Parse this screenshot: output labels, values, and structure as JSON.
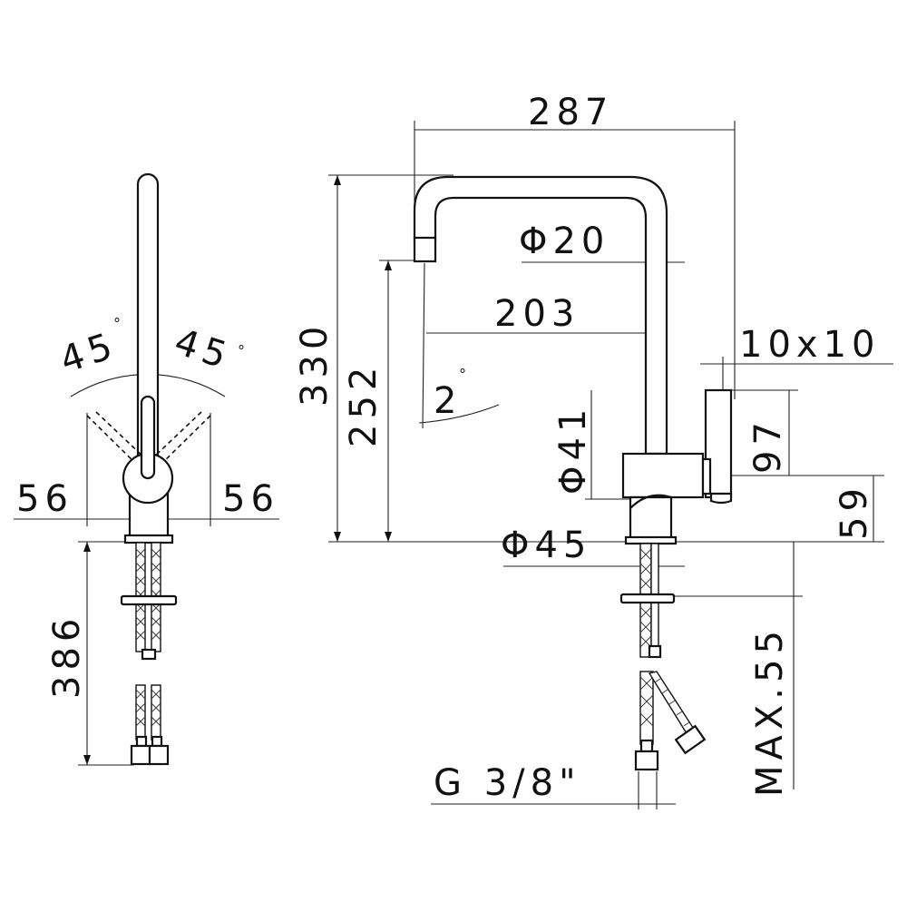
{
  "side_view": {
    "angle_left": "45",
    "angle_right": "45",
    "degree_symbol": "°",
    "width_left": "56",
    "width_right": "56",
    "hose_length": "386"
  },
  "front_view": {
    "overall_width": "287",
    "overall_height": "330",
    "spout_height": "252",
    "spout_reach": "203",
    "spout_diameter": "Φ20",
    "tilt_angle": "2",
    "lever_section": "10x10",
    "body_diameter": "Φ41",
    "base_diameter": "Φ45",
    "lever_height": "97",
    "base_height": "59",
    "max_deck_thickness": "MAX.55",
    "connection_thread": "G 3/8\""
  }
}
